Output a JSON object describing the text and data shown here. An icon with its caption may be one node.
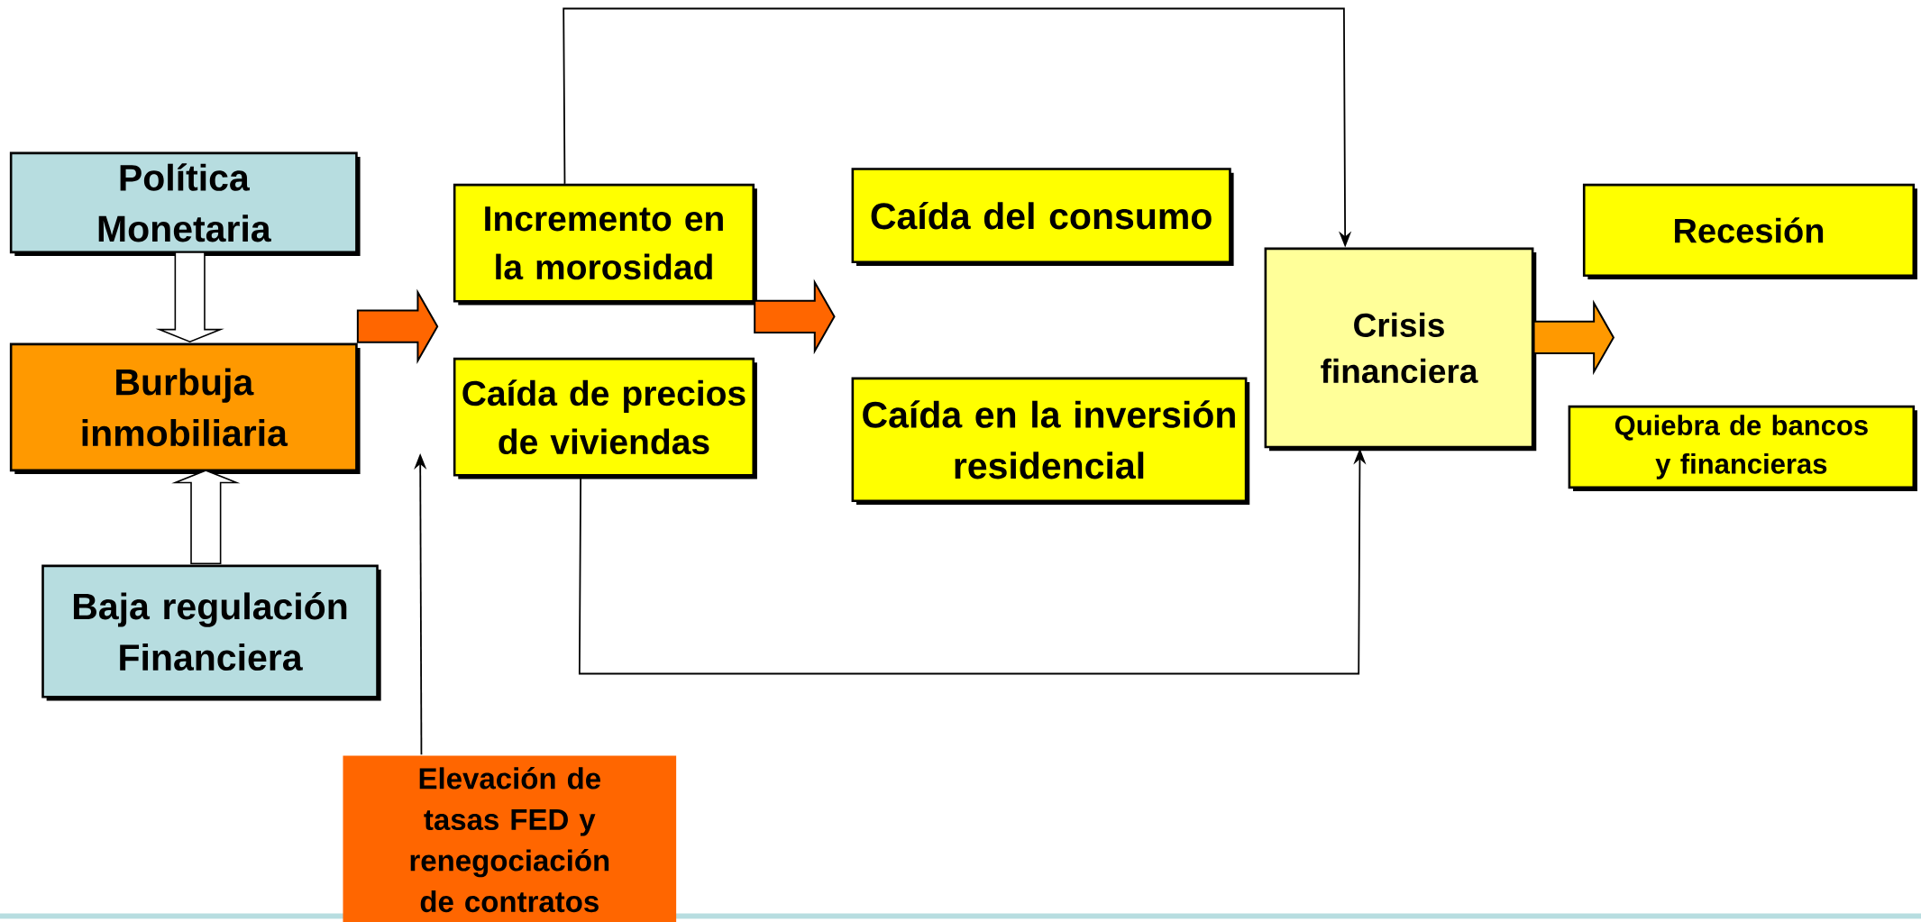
{
  "diagram": {
    "nodes": [
      {
        "text": [
          "Política Monetaria"
        ]
      },
      {
        "text": [
          "Burbuja inmobiliaria"
        ]
      },
      {
        "text": [
          "Baja regulación Financiera"
        ]
      },
      {
        "text": [
          "Incremento en la morosidad"
        ]
      },
      {
        "text": [
          "Caída de precios de viviendas"
        ]
      },
      {
        "text": [
          "Elevación de tasas FED y renegociación de contratos"
        ]
      },
      {
        "text": [
          "Caída del consumo"
        ]
      },
      {
        "text": [
          "Caída en la inversión residencial"
        ]
      },
      {
        "text": [
          "Crisis financiera"
        ]
      },
      {
        "text": [
          "Recesión"
        ]
      },
      {
        "text": [
          "Quiebra de bancos y financieras"
        ]
      }
    ],
    "edges": [
      {
        "from": 0,
        "to": 1,
        "arrow": "to",
        "style": "thick",
        "color": "#ffffff"
      },
      {
        "from": 2,
        "to": 1,
        "arrow": "to",
        "style": "thick",
        "color": "#ffffff"
      },
      {
        "from": 1,
        "to": 3,
        "arrow": "to",
        "style": "thick",
        "color": "#ff6600"
      },
      {
        "from": 1,
        "to": 4,
        "arrow": "to",
        "style": "thick",
        "color": "#ff6600"
      },
      {
        "from": 3,
        "to": 6,
        "arrow": "to",
        "style": "thick",
        "color": "#ff6600"
      },
      {
        "from": 3,
        "to": 7,
        "arrow": "to",
        "style": "thick",
        "color": "#ff6600"
      },
      {
        "from": 4,
        "to": 6,
        "arrow": "to",
        "style": "thick",
        "color": "#ff6600"
      },
      {
        "from": 4,
        "to": 7,
        "arrow": "to",
        "style": "thick",
        "color": "#ff6600"
      },
      {
        "from": 3,
        "to": 8,
        "arrow": "to"
      },
      {
        "from": 4,
        "to": 8,
        "arrow": "to"
      },
      {
        "from": 5,
        "to": null,
        "arrow": "to"
      },
      {
        "from": 8,
        "to": 9,
        "arrow": "to",
        "style": "thick",
        "color": "#ff9900"
      },
      {
        "from": 8,
        "to": 10,
        "arrow": "to",
        "style": "thick",
        "color": "#ff9900"
      }
    ]
  }
}
